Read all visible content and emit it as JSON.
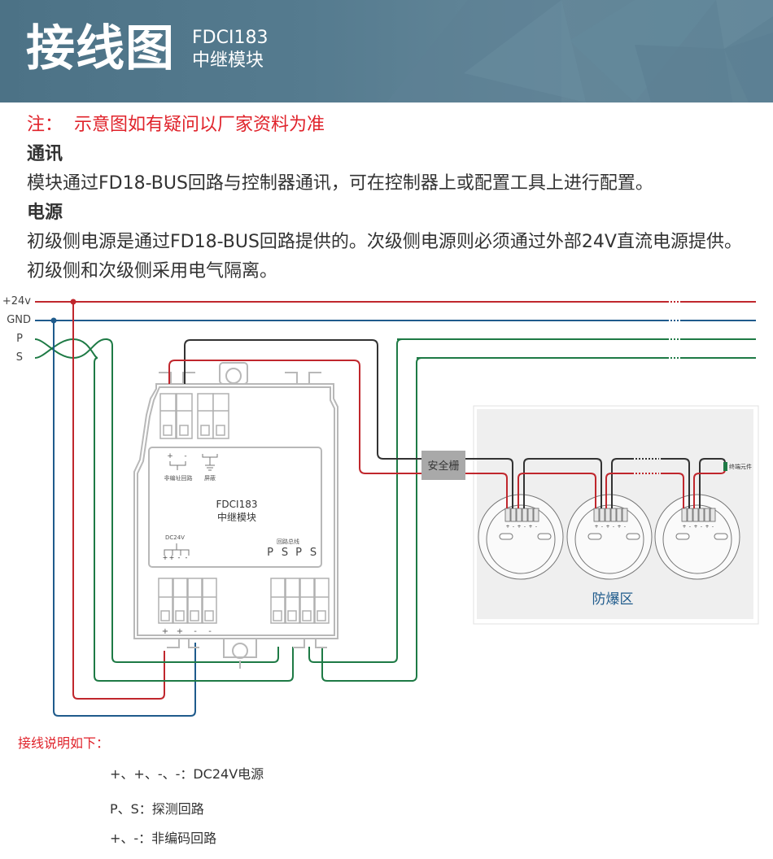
{
  "header": {
    "title": "接线图",
    "model": "FDCI183",
    "subtitle": "中继模块",
    "bg_color": "#4f7589"
  },
  "note": "注：  示意图如有疑问以厂家资料为准",
  "sections": [
    {
      "heading": "通讯",
      "text": "模块通过FD18-BUS回路与控制器通讯，可在控制器上或配置工具上进行配置。"
    },
    {
      "heading": "电源",
      "text": "初级侧电源是通过FD18-BUS回路提供的。次级侧电源则必须通过外部24V直流电源提供。初级侧和次级侧采用电气隔离。"
    }
  ],
  "diagram": {
    "bus_labels": [
      "+24v",
      "GND",
      "P",
      "S"
    ],
    "module": {
      "name": "FDCI183",
      "subtitle": "中继模块",
      "top_labels": {
        "plus": "+",
        "minus": "-",
        "non_addr_loop": "非编址回路",
        "shield": "屏蔽"
      },
      "dc_label": "DC24V",
      "dc_terminals": [
        "+",
        "+",
        "-",
        "-"
      ],
      "loop_label": "回路总线",
      "loop_terminals": [
        "P",
        "S",
        "P",
        "S"
      ],
      "bottom_terminal_labels": [
        "+",
        "+",
        "-",
        "-"
      ]
    },
    "barrier_label": "安全栅",
    "terminal_element_label": "终端元件",
    "zone_label": "防爆区",
    "detector_terminal_labels": [
      "+",
      "-",
      "+",
      "-",
      "+",
      "-"
    ],
    "colors": {
      "v24": "#c0272d",
      "gnd": "#1f5b8c",
      "ps": "#1e7a45",
      "black": "#333333",
      "module_outline": "#b8b8b8",
      "barrier": "#a9a9a9",
      "zone_bg": "#efefef",
      "zone_label": "#1f5b8c"
    }
  },
  "legend": {
    "title": "接线说明如下：",
    "items": [
      "+、+、-、-：DC24V电源",
      "P、S：探测回路",
      "+、-：非编码回路"
    ]
  }
}
